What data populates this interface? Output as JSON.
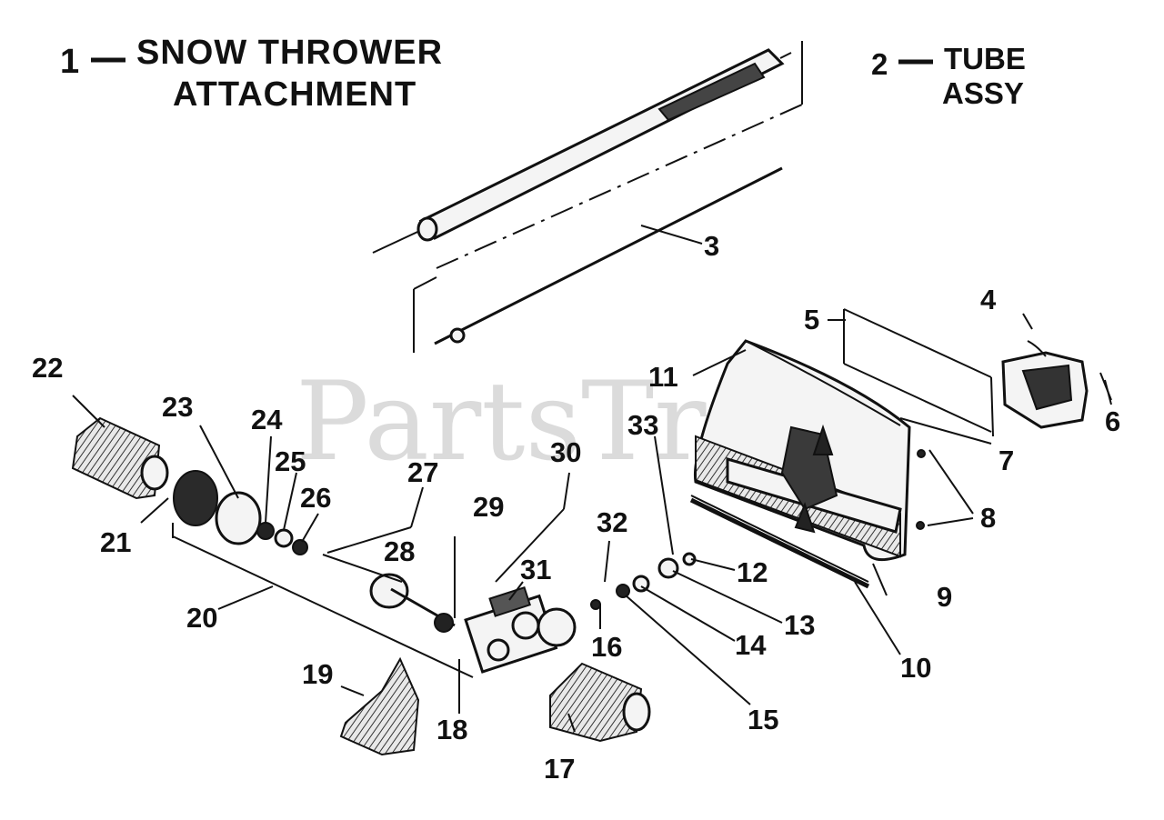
{
  "watermark": "PartsTree",
  "titles": {
    "t1_num": "1",
    "t1_line1": "SNOW THROWER",
    "t1_line2": "ATTACHMENT",
    "t2_num": "2",
    "t2_line1": "TUBE",
    "t2_line2": "ASSY"
  },
  "callouts": [
    "3",
    "4",
    "5",
    "6",
    "7",
    "8",
    "9",
    "10",
    "11",
    "12",
    "13",
    "14",
    "15",
    "16",
    "17",
    "18",
    "19",
    "20",
    "21",
    "22",
    "23",
    "24",
    "25",
    "26",
    "27",
    "28",
    "29",
    "30",
    "31",
    "32",
    "33"
  ]
}
